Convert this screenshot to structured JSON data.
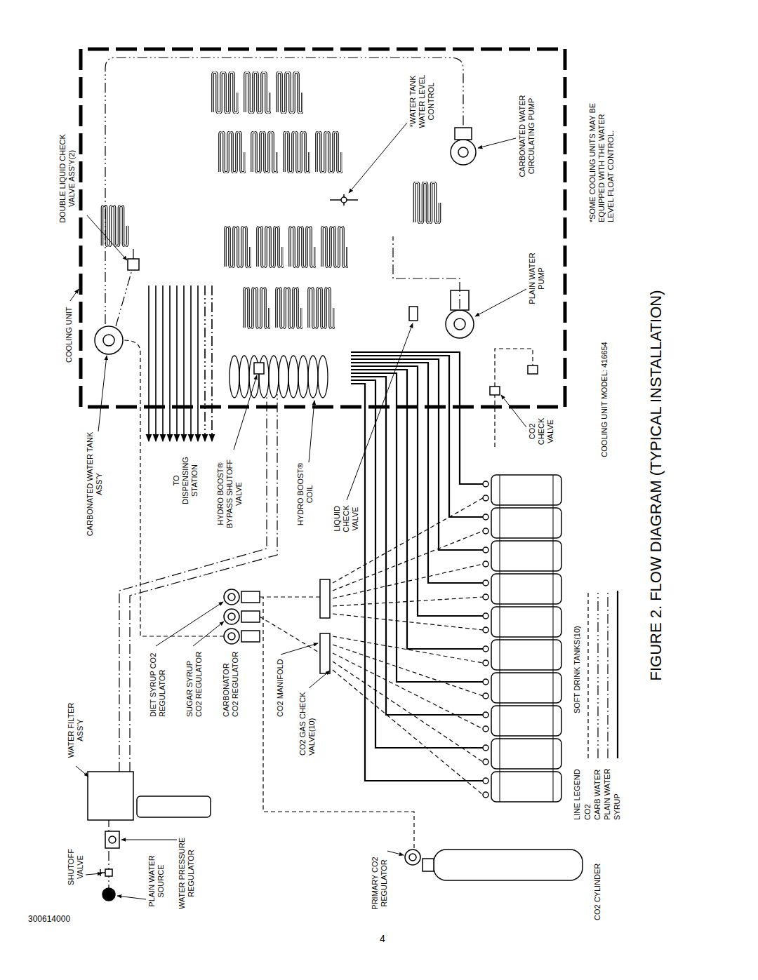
{
  "diagram": {
    "title": "FIGURE 2. FLOW DIAGRAM (TYPICAL INSTALLATION)",
    "labels": [
      "SHUTOFF VALVE",
      "PLAIN WATER SOURCE",
      "WATER PRESSURE REGULATOR",
      "WATER FILTER ASS'Y",
      "DIET SYRUP CO2 REGULATOR",
      "SUGAR SYRUP CO2 REGULATOR",
      "CARBONATOR CO2 REGULATOR",
      "CO2 MANIFOLD",
      "CO2 GAS CHECK VALVE(10)",
      "PRIMARY CO2 REGULATOR",
      "CO2 CYLINDER",
      "LINE LEGEND",
      "SOFT DRINK TANKS(10)",
      "COOLING UNIT MODEL: 416654",
      "*SOME COOLING UNITS MAY BE EQUIPPED WITH THE WATER LEVEL FLOAT CONTROL.",
      "CARBONATED WATER CIRCULATING PUMP",
      "PLAIN WATER PUMP",
      "*WATER TANK WATER LEVEL CONTROL",
      "DOUBLE LIQUID CHECK VALVE ASS'Y(2)",
      "COOLING UNIT",
      "CARBONATED WATER TANK ASS'Y",
      "TO DISPENSING STATION",
      "HYDRO BOOST® BYPASS SHUTOFF VALVE",
      "HYDRO BOOST® COIL",
      "LIQUID CHECK VALVE",
      "CO2 CHECK VALVE",
      "300614000",
      "4"
    ],
    "legend": [
      {
        "text": "CO2"
      },
      {
        "text": "CARB WATER"
      },
      {
        "text": "PLAIN WATER"
      },
      {
        "text": "SYRUP"
      }
    ]
  }
}
